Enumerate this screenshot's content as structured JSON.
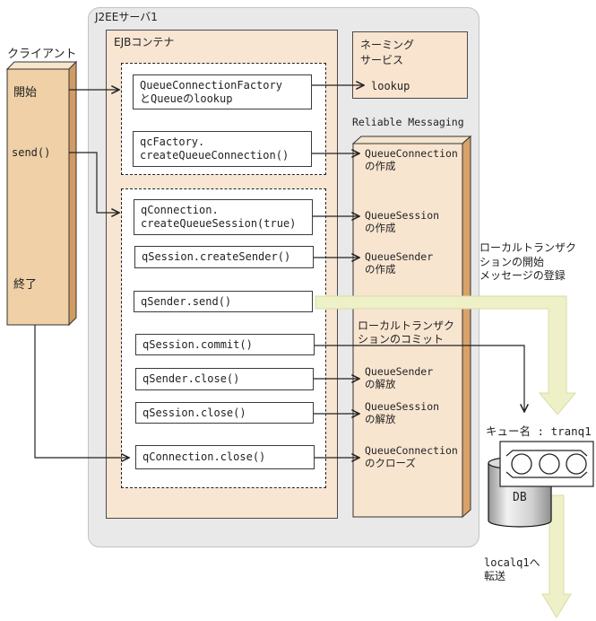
{
  "title": "J2EEサーバ1",
  "client": {
    "title": "クライアント",
    "start": "開始",
    "send": "send()",
    "end": "終了"
  },
  "ejb": {
    "title": "EJBコンテナ",
    "boxes": {
      "b1": "QueueConnectionFactory\nとQueueのlookup",
      "b2": "qcFactory.\ncreateQueueConnection()",
      "b3": "qConnection.\ncreateQueueSession(true)",
      "b4": "qSession.createSender()",
      "b5": "qSender.send()",
      "b6": "qSession.commit()",
      "b7": "qSender.close()",
      "b8": "qSession.close()",
      "b9": "qConnection.close()"
    }
  },
  "naming_service": {
    "title": "ネーミング\nサービス",
    "lookup": "lookup"
  },
  "reliable_messaging": {
    "title": "Reliable Messaging",
    "items": {
      "conn_create": "QueueConnection\nの作成",
      "session_create": "QueueSession\nの作成",
      "sender_create": "QueueSender\nの作成",
      "tx_commit": "ローカルトランザク\nションのコミット",
      "sender_release": "QueueSender\nの解放",
      "session_release": "QueueSession\nの解放",
      "conn_close": "QueueConnection\nのクローズ"
    }
  },
  "annotations": {
    "tx_start": "ローカルトランザク\nションの開始\nメッセージの登録",
    "queue_name": "キュー名 : tranq1",
    "db": "DB",
    "transfer": "localq1へ\n転送"
  },
  "colors": {
    "container_gray": "#e9e9e9",
    "panel_peach": "#f8e5d2",
    "client_face": "#efd0a7",
    "client_side": "#d09c64",
    "rm_face": "#f8e5d0",
    "rm_side": "#d9a26b",
    "flow_arrow_yellow": "#eef0c7",
    "line": "#222222"
  }
}
